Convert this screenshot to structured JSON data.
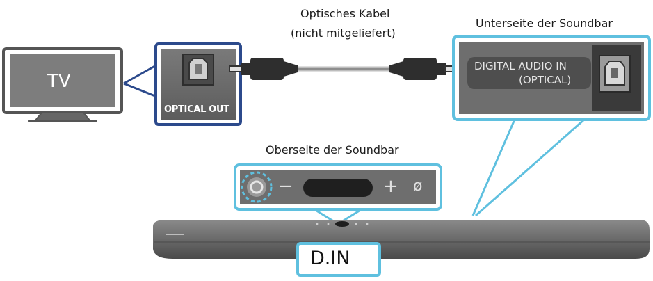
{
  "labels": {
    "tv": "TV",
    "optical_out": "OPTICAL OUT",
    "cable_line1": "Optisches Kabel",
    "cable_line2": "(nicht mitgeliefert)",
    "soundbar_bottom": "Unterseite der Soundbar",
    "digital_in_line1": "DIGITAL AUDIO IN",
    "digital_in_line2": "(OPTICAL)",
    "soundbar_top": "Oberseite der Soundbar",
    "display": "D.IN"
  },
  "controls": {
    "minus": "−",
    "plus": "+",
    "mic_mute": "ø"
  },
  "colors": {
    "callout_blue": "#5fc0df",
    "tv_outline": "#2c4a8c",
    "panel_gray": "#6e6e6e",
    "port_dark": "#3a3a3a",
    "soundbar_body": "#6a6a6a"
  },
  "icons": [
    "tv-icon",
    "optical-port-icon",
    "optical-cable-icon",
    "power-button-icon",
    "soundbar-icon"
  ]
}
